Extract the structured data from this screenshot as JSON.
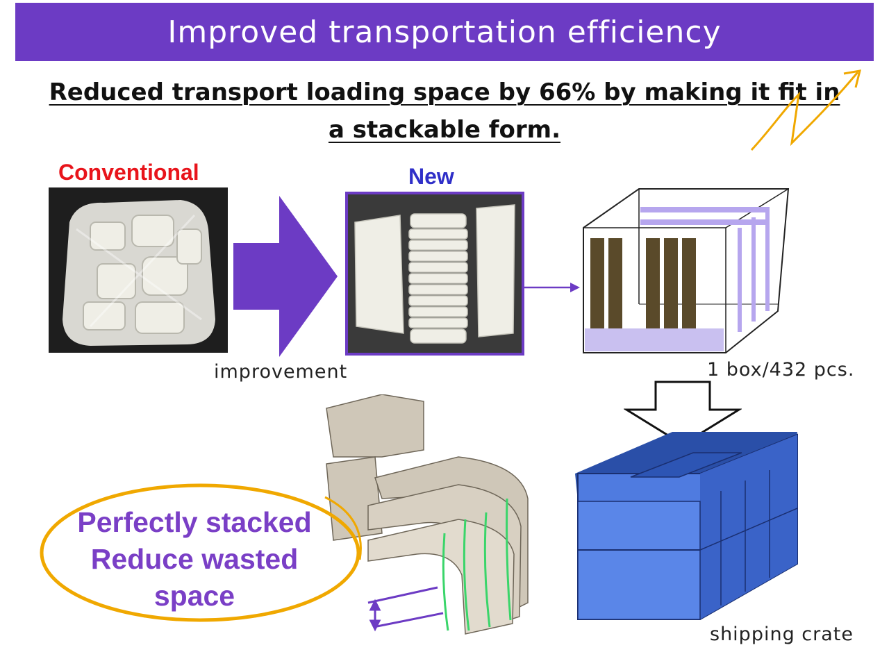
{
  "title": "Improved transportation efficiency",
  "headline": {
    "line1": "Reduced transport loading space by 66% by making it fit in",
    "line2": "a stackable form."
  },
  "labels": {
    "conventional": "Conventional",
    "new": "New",
    "improvement": "improvement",
    "box_count": "1 box/432 pcs.",
    "shipping_crate": "shipping crate"
  },
  "callout": {
    "line1": "Perfectly stacked",
    "line2": "Reduce wasted",
    "line3": "space"
  },
  "colors": {
    "title_bar": "#6c3bc4",
    "conventional_label": "#e8141b",
    "new_label": "#2f2fc8",
    "arrow": "#6c3bc4",
    "ellipse": "#f0a800",
    "crate": "#3f6fd8"
  },
  "icons": {
    "big_arrow": "arrow-right-icon",
    "down_arrow": "arrow-down-icon",
    "connector": "arrow-right-thin-icon"
  }
}
